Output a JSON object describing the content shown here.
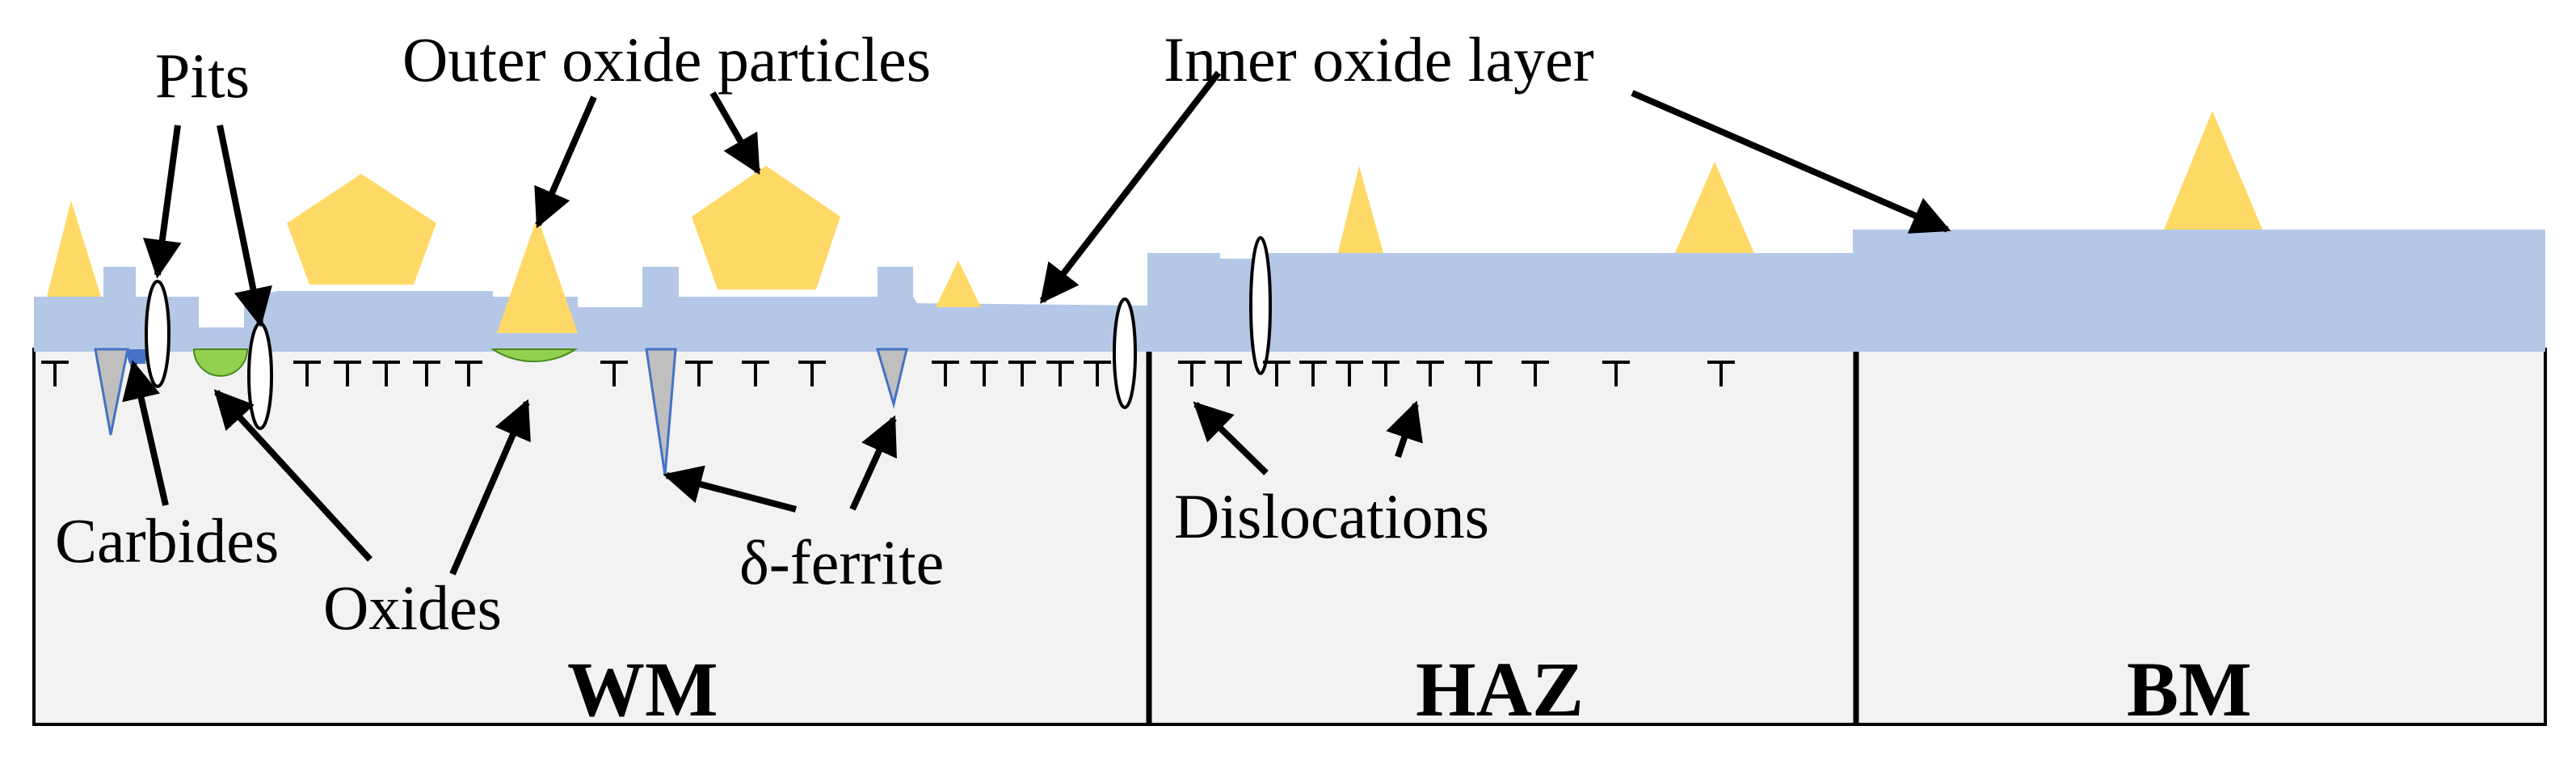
{
  "colors": {
    "substrate": "#f2f2f2",
    "oxide_layer": "#b4c7e7",
    "outer_particles": "#ffd966",
    "internal_oxides": "#92d050",
    "carbides": "#4472c4",
    "delta_ferrite": "#bfbfbf",
    "outline": "#000000"
  },
  "labels": {
    "pits": "Pits",
    "outer_oxide_particles": "Outer oxide particles",
    "inner_oxide_layer": "Inner oxide layer",
    "carbides": "Carbides",
    "oxides": "Oxides",
    "delta_ferrite": "δ-ferrite",
    "dislocations": "Dislocations"
  },
  "zones": {
    "wm": "WM",
    "haz": "HAZ",
    "bm": "BM"
  },
  "icons": {
    "dislocation": "T-symbol",
    "outer_particle": "pentagon-or-triangle",
    "internal_oxide": "green-semicircle",
    "delta_ferrite": "grey-wedge",
    "pit": "white-oval-slit"
  }
}
